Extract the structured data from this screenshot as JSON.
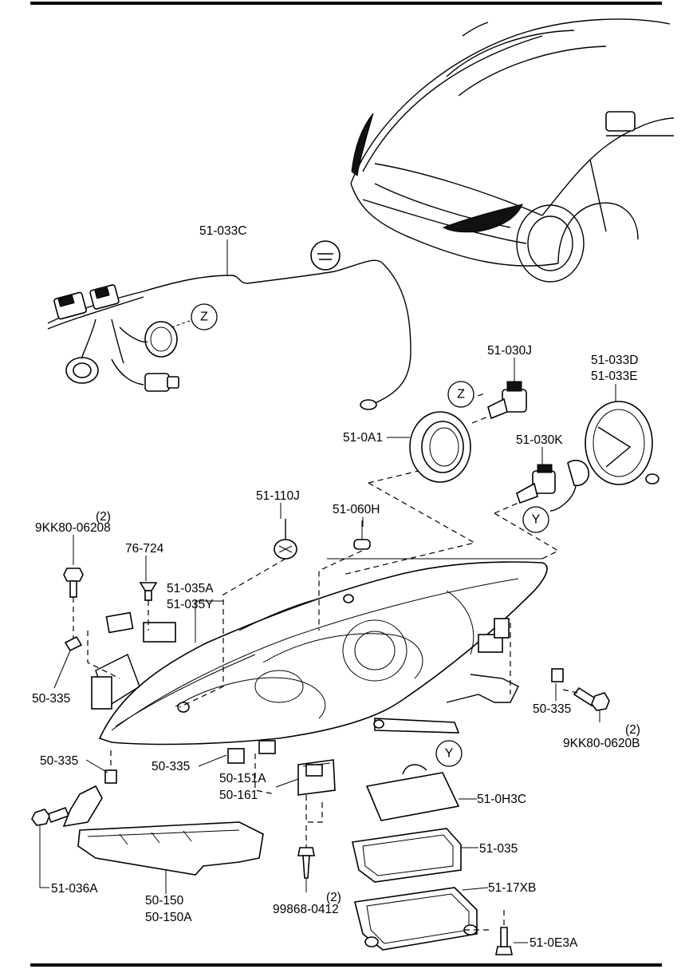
{
  "parts": {
    "harness_main": "51-033C",
    "bulb_high": "51-030J",
    "cover_a": "51-033D",
    "cover_b": "51-033E",
    "socket_cover": "51-0A1",
    "bulb_low": "51-030K",
    "bulb_turn": "51-110J",
    "bulb_side": "51-060H",
    "bolt_left_qty": "(2)",
    "bolt_left": "9KK80-06208",
    "clip": "76-724",
    "headlamp_a": "51-035A",
    "headlamp_y": "51-035Y",
    "nut_left": "50-335",
    "nut_right": "50-335",
    "bolt_right_qty": "(2)",
    "bolt_right": "9KK80-0620B",
    "nut_bottom_left": "50-335",
    "nut_bottom_mid": "50-335",
    "bracket_a": "50-151A",
    "bracket_b": "50-161",
    "ballast": "51-0H3C",
    "gasket": "51-035",
    "control_unit": "51-17XB",
    "screw_unit": "51-0E3A",
    "bolt_bracket": "51-036A",
    "lower_bracket_a": "50-150",
    "lower_bracket_b": "50-150A",
    "screw_bottom_qty": "(2)",
    "screw_bottom": "99868-0412"
  },
  "callouts": {
    "z_top": "Z",
    "z_socket": "Z",
    "y_socket": "Y",
    "y_ballast": "Y"
  }
}
